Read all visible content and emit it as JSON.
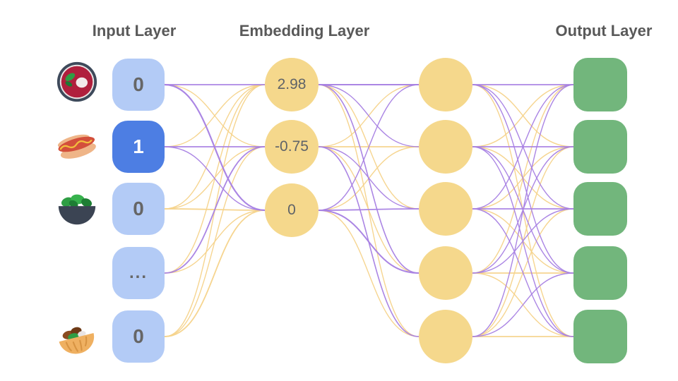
{
  "headers": {
    "input": "Input Layer",
    "embedding": "Embedding Layer",
    "output": "Output Layer"
  },
  "input_layer": {
    "nodes": [
      {
        "label": "0",
        "active": false,
        "icon": "borscht-bowl"
      },
      {
        "label": "1",
        "active": true,
        "icon": "hot-dog"
      },
      {
        "label": "0",
        "active": false,
        "icon": "salad-bowl"
      },
      {
        "label": "...",
        "active": false,
        "icon": null
      },
      {
        "label": "0",
        "active": false,
        "icon": "stuffed-pita"
      }
    ]
  },
  "embedding_layer": {
    "nodes": [
      {
        "label": "2.98"
      },
      {
        "label": "-0.75"
      },
      {
        "label": "0"
      }
    ]
  },
  "hidden_layer": {
    "node_count": 5
  },
  "output_layer": {
    "node_count": 5
  },
  "colors": {
    "input_node": "#B3CBF6",
    "input_node_active": "#4D7EE3",
    "embedding_node": "#F5D88C",
    "output_node": "#72B67C",
    "edge_purple": "#A77FE3",
    "edge_yellow": "#F6D38A",
    "title_text": "#595959",
    "node_text": "#5F6368"
  },
  "edges": {
    "input_to_embedding": [
      [
        0,
        0,
        "p",
        1.8
      ],
      [
        0,
        1,
        "y",
        1.4
      ],
      [
        0,
        2,
        "p",
        2.2
      ],
      [
        1,
        0,
        "y",
        1.4
      ],
      [
        1,
        1,
        "p",
        1.8
      ],
      [
        1,
        2,
        "p",
        1.4
      ],
      [
        2,
        0,
        "y",
        1.4
      ],
      [
        2,
        1,
        "y",
        1.4
      ],
      [
        2,
        2,
        "y",
        1.8
      ],
      [
        3,
        0,
        "y",
        1.4
      ],
      [
        3,
        1,
        "p",
        1.8
      ],
      [
        3,
        2,
        "y",
        1.4
      ],
      [
        4,
        0,
        "y",
        1.4
      ],
      [
        4,
        1,
        "y",
        1.4
      ],
      [
        4,
        2,
        "y",
        1.8
      ]
    ],
    "embedding_to_hidden": [
      [
        0,
        0,
        "p",
        2.0
      ],
      [
        0,
        1,
        "p",
        1.4
      ],
      [
        0,
        2,
        "y",
        1.4
      ],
      [
        0,
        3,
        "p",
        1.6
      ],
      [
        0,
        4,
        "y",
        1.4
      ],
      [
        1,
        0,
        "y",
        1.4
      ],
      [
        1,
        1,
        "y",
        1.8
      ],
      [
        1,
        2,
        "p",
        1.4
      ],
      [
        1,
        3,
        "y",
        1.4
      ],
      [
        1,
        4,
        "p",
        1.6
      ],
      [
        2,
        0,
        "p",
        1.4
      ],
      [
        2,
        1,
        "y",
        1.4
      ],
      [
        2,
        2,
        "p",
        1.8
      ],
      [
        2,
        3,
        "p",
        2.0
      ],
      [
        2,
        4,
        "y",
        1.4
      ]
    ],
    "hidden_to_output": [
      [
        0,
        0,
        "p",
        1.8
      ],
      [
        0,
        1,
        "y",
        1.4
      ],
      [
        0,
        2,
        "p",
        1.4
      ],
      [
        0,
        3,
        "p",
        1.4
      ],
      [
        0,
        4,
        "y",
        1.4
      ],
      [
        1,
        0,
        "y",
        1.4
      ],
      [
        1,
        1,
        "p",
        1.8
      ],
      [
        1,
        2,
        "y",
        1.4
      ],
      [
        1,
        3,
        "p",
        1.4
      ],
      [
        1,
        4,
        "p",
        1.4
      ],
      [
        2,
        0,
        "p",
        1.4
      ],
      [
        2,
        1,
        "y",
        1.4
      ],
      [
        2,
        2,
        "p",
        1.8
      ],
      [
        2,
        3,
        "y",
        1.4
      ],
      [
        2,
        4,
        "p",
        1.4
      ],
      [
        3,
        0,
        "y",
        1.4
      ],
      [
        3,
        1,
        "p",
        1.4
      ],
      [
        3,
        2,
        "p",
        1.4
      ],
      [
        3,
        3,
        "y",
        1.8
      ],
      [
        3,
        4,
        "y",
        1.4
      ],
      [
        4,
        0,
        "p",
        1.4
      ],
      [
        4,
        1,
        "y",
        1.4
      ],
      [
        4,
        2,
        "y",
        1.4
      ],
      [
        4,
        3,
        "p",
        1.4
      ],
      [
        4,
        4,
        "y",
        1.8
      ]
    ]
  }
}
